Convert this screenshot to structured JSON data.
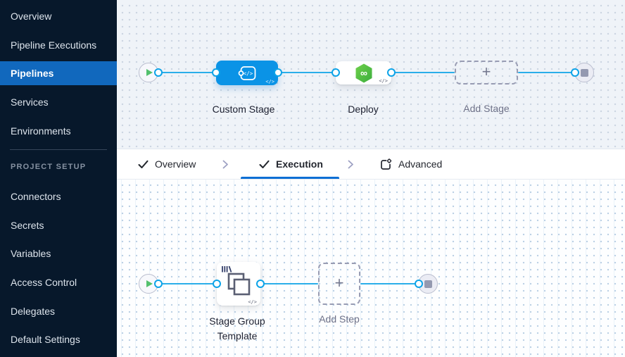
{
  "sidebar": {
    "nav_items": [
      "Overview",
      "Pipeline Executions",
      "Pipelines",
      "Services",
      "Environments"
    ],
    "active_item": "Pipelines",
    "section_label": "PROJECT SETUP",
    "section_items": [
      "Connectors",
      "Secrets",
      "Variables",
      "Access Control",
      "Delegates",
      "Default Settings"
    ]
  },
  "tab_bar": {
    "tabs": [
      {
        "label": "Overview",
        "icon": "check-icon",
        "active": false
      },
      {
        "label": "Execution",
        "icon": "check-icon",
        "active": true
      },
      {
        "label": "Advanced",
        "icon": "advanced-panel-icon",
        "active": false
      }
    ],
    "active_tab": "Execution"
  },
  "stage_graph": {
    "start": "play",
    "end": "stop",
    "nodes": [
      {
        "label": "Custom Stage",
        "kind": "custom-stage",
        "selected": true
      },
      {
        "label": "Deploy",
        "kind": "deploy-stage"
      },
      {
        "label": "Add Stage",
        "kind": "add-placeholder"
      }
    ]
  },
  "execution_graph": {
    "start": "play",
    "end": "stop",
    "nodes": [
      {
        "label": "Stage Group Template",
        "kind": "stage-group-template"
      },
      {
        "label": "Add Step",
        "kind": "add-placeholder"
      }
    ]
  },
  "glyphs": {
    "plus": "+",
    "code": "</>",
    "infinity": "∞"
  },
  "colors": {
    "sidebar_bg": "#07182b",
    "active_nav": "#1168bd",
    "node_blue": "#0a93e6",
    "deploy_green": "#4cbd41",
    "flow_line": "#2aaee9",
    "tab_underline": "#0d6fd4"
  }
}
